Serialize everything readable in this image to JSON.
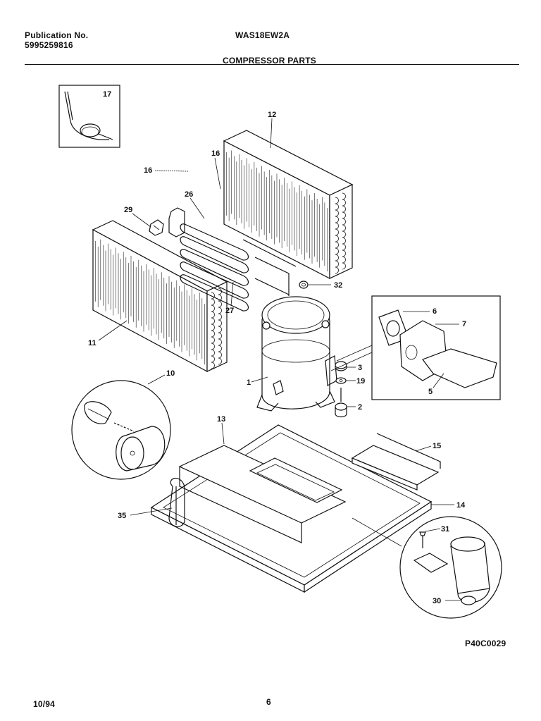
{
  "header": {
    "publication_label": "Publication No.",
    "publication_number": "5995259816",
    "model": "WAS18EW2A",
    "section_title": "COMPRESSOR PARTS"
  },
  "parts": {
    "p1": "1",
    "p2": "2",
    "p3": "3",
    "p5": "5",
    "p6": "6",
    "p7": "7",
    "p10": "10",
    "p11": "11",
    "p12": "12",
    "p13": "13",
    "p14": "14",
    "p15": "15",
    "p16a": "16",
    "p16b": "16",
    "p17": "17",
    "p19": "19",
    "p26": "26",
    "p27": "27",
    "p29": "29",
    "p30": "30",
    "p31": "31",
    "p32": "32",
    "p35": "35"
  },
  "footer": {
    "drawing_code": "P40C0029",
    "date": "10/94",
    "page": "6"
  }
}
